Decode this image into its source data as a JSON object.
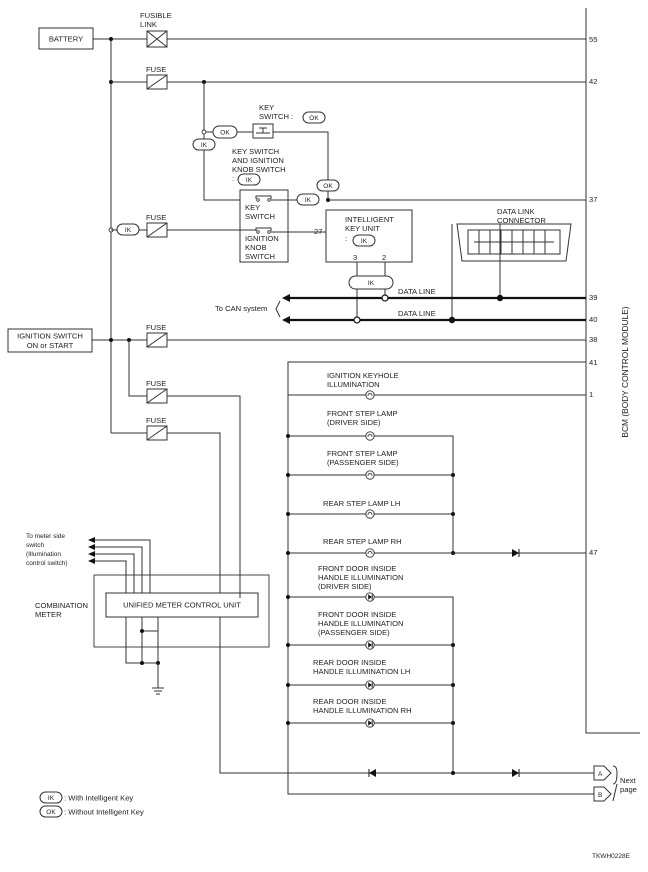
{
  "battery": "BATTERY",
  "fusible_link": [
    "FUSIBLE",
    "LINK"
  ],
  "fuse": "FUSE",
  "key_switch_ok": [
    "KEY",
    "SWITCH :"
  ],
  "key_switch_knob": [
    "KEY SWITCH",
    "AND IGNITION",
    "KNOB SWITCH",
    ":"
  ],
  "key_switch": [
    "KEY",
    "SWITCH"
  ],
  "ignition_knob_switch": [
    "IGNITION",
    "KNOB",
    "SWITCH"
  ],
  "intelligent_key_unit": [
    "INTELLIGENT",
    "KEY UNIT",
    ":"
  ],
  "data_link_connector": [
    "DATA LINK",
    "CONNECTOR"
  ],
  "badge_ik": "IK",
  "badge_ok": "OK",
  "to_can": "To CAN system",
  "data_line": "DATA LINE",
  "ignition_switch": [
    "IGNITION SWITCH",
    "ON or START"
  ],
  "bcm": "BCM (BODY CONTROL MODULE)",
  "terminals": {
    "t55": "55",
    "t42": "42",
    "t37": "37",
    "t39": "39",
    "t40": "40",
    "t38": "38",
    "t41": "41",
    "t1": "1",
    "t47": "47",
    "t27": "27",
    "t3": "3",
    "t2": "2"
  },
  "lamps": {
    "keyhole": [
      "IGNITION KEYHOLE",
      "ILLUMINATION"
    ],
    "front_step_driver": [
      "FRONT STEP LAMP",
      "(DRIVER SIDE)"
    ],
    "front_step_passenger": [
      "FRONT STEP LAMP",
      "(PASSENGER SIDE)"
    ],
    "rear_step_lh": [
      "REAR STEP LAMP LH"
    ],
    "rear_step_rh": [
      "REAR STEP LAMP RH"
    ],
    "front_door_driver": [
      "FRONT DOOR INSIDE",
      "HANDLE ILLUMINATION",
      "(DRIVER SIDE)"
    ],
    "front_door_passenger": [
      "FRONT DOOR INSIDE",
      "HANDLE ILLUMINATION",
      "(PASSENGER SIDE)"
    ],
    "rear_door_lh": [
      "REAR DOOR INSIDE",
      "HANDLE ILLUMINATION LH"
    ],
    "rear_door_rh": [
      "REAR DOOR INSIDE",
      "HANDLE ILLUMINATION RH"
    ]
  },
  "meter_side": [
    "To meter side",
    "switch",
    "(Illumination",
    " control switch)"
  ],
  "combination_meter": [
    "COMBINATION",
    "METER"
  ],
  "unified_meter": "UNIFIED METER CONTROL UNIT",
  "connector_a": "A",
  "connector_b": "B",
  "next_page": [
    "Next",
    "page"
  ],
  "legend_ik": ": With Intelligent Key",
  "legend_ok": ": Without Intelligent Key",
  "figure_id": "TKWH0228E"
}
